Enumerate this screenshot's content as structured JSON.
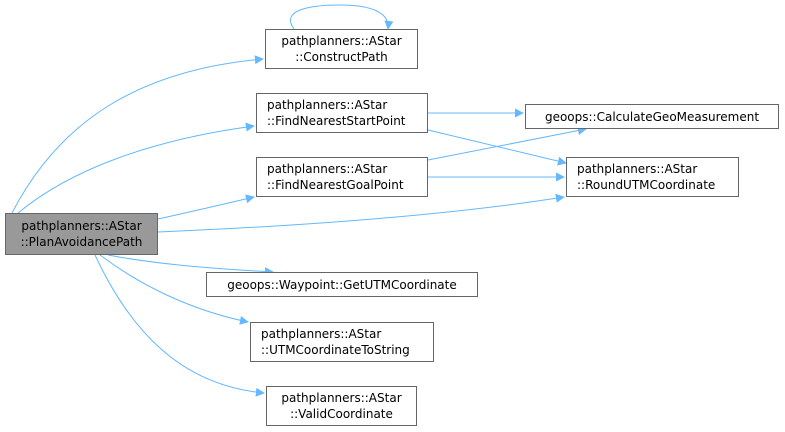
{
  "diagram": {
    "type": "call-graph",
    "colors": {
      "edge": "#63b8ff",
      "root_fill": "#999999",
      "node_border": "#666666",
      "node_fill": "#ffffff"
    },
    "nodes": [
      {
        "id": "plan",
        "lines": [
          "pathplanners::AStar",
          "::PlanAvoidancePath"
        ],
        "root": true
      },
      {
        "id": "construct",
        "lines": [
          "pathplanners::AStar",
          "::ConstructPath"
        ]
      },
      {
        "id": "startpt",
        "lines": [
          "pathplanners::AStar",
          "::FindNearestStartPoint"
        ]
      },
      {
        "id": "goalpt",
        "lines": [
          "pathplanners::AStar",
          "::FindNearestGoalPoint"
        ]
      },
      {
        "id": "calcgeo",
        "lines": [
          "geoops::CalculateGeoMeasurement"
        ]
      },
      {
        "id": "round",
        "lines": [
          "pathplanners::AStar",
          "::RoundUTMCoordinate"
        ]
      },
      {
        "id": "getutm",
        "lines": [
          "geoops::Waypoint::GetUTMCoordinate"
        ]
      },
      {
        "id": "tostring",
        "lines": [
          "pathplanners::AStar",
          "::UTMCoordinateToString"
        ]
      },
      {
        "id": "valid",
        "lines": [
          "pathplanners::AStar",
          "::ValidCoordinate"
        ]
      }
    ],
    "edges": [
      {
        "from": "plan",
        "to": "construct"
      },
      {
        "from": "plan",
        "to": "startpt"
      },
      {
        "from": "plan",
        "to": "goalpt"
      },
      {
        "from": "plan",
        "to": "round"
      },
      {
        "from": "plan",
        "to": "getutm"
      },
      {
        "from": "plan",
        "to": "tostring"
      },
      {
        "from": "plan",
        "to": "valid"
      },
      {
        "from": "construct",
        "to": "construct"
      },
      {
        "from": "startpt",
        "to": "calcgeo"
      },
      {
        "from": "startpt",
        "to": "round"
      },
      {
        "from": "goalpt",
        "to": "calcgeo"
      },
      {
        "from": "goalpt",
        "to": "round"
      }
    ]
  }
}
